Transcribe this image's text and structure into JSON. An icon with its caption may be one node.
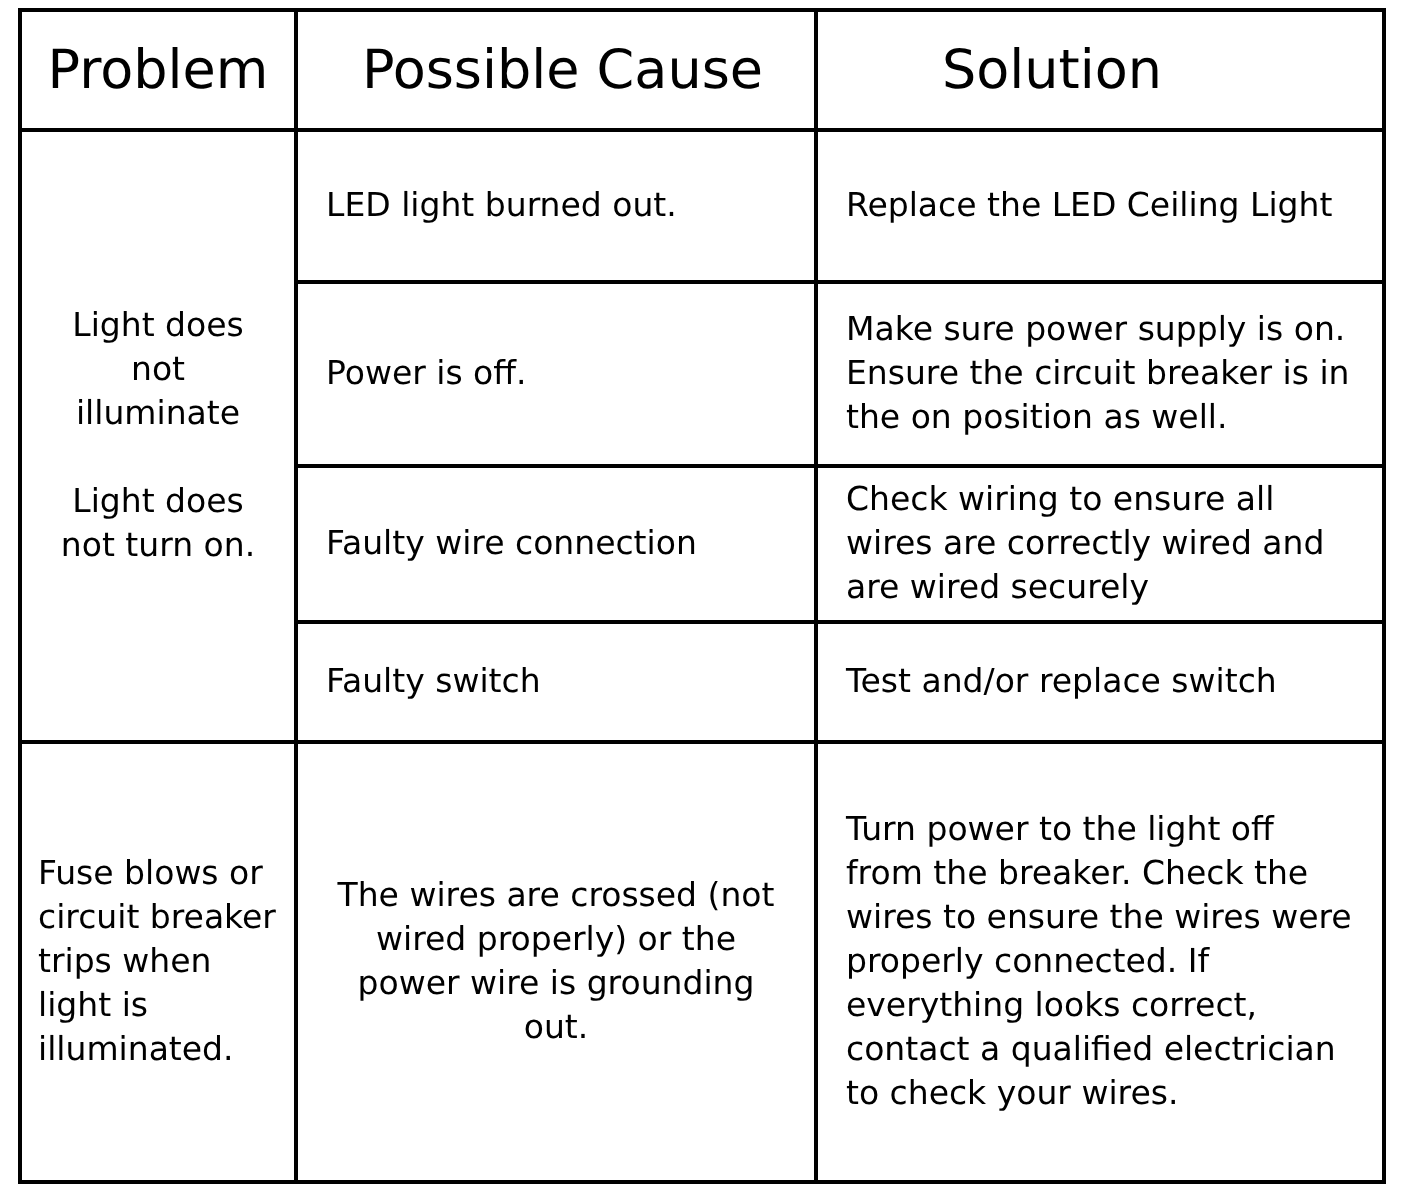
{
  "diagram": {
    "labels": [
      "Problem",
      "Possible Cause",
      "Solution",
      "Light does not illuminate",
      "Light does not turn on.",
      "LED light burned out.",
      "Replace the LED Ceiling Light",
      "Power is off.",
      "Make sure power supply is on. Ensure the circuit breaker is in the on position as well.",
      "Faulty wire connection",
      "Check wiring to ensure all wires are correctly wired and are wired securely",
      "Faulty switch",
      "Test and/or replace switch",
      "Fuse blows or circuit breaker trips when light is illuminated.",
      "The wires are crossed (not wired properly) or the power wire is grounding out.",
      "Turn power to the light off from the breaker. Check the wires to ensure the wires were properly connected. If everything looks correct, contact a qualified electrician to check your wires."
    ]
  }
}
